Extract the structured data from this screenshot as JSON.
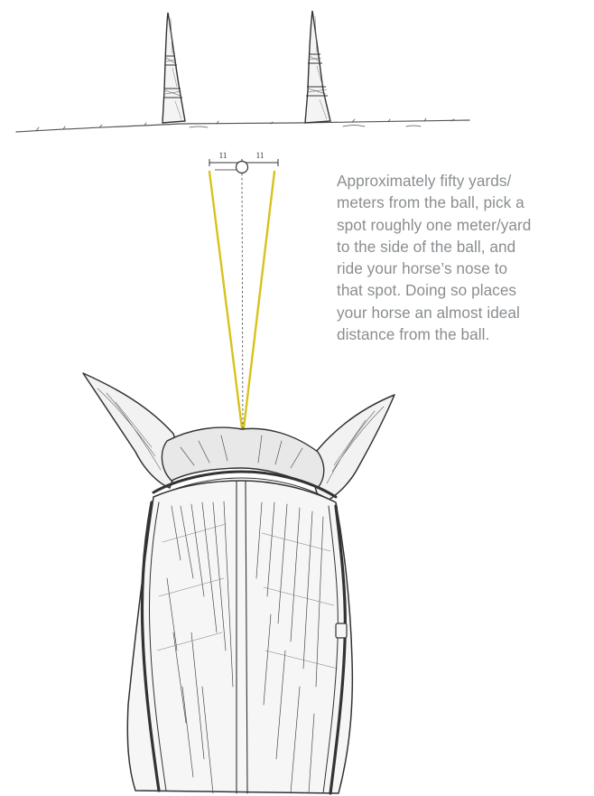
{
  "markers": {
    "left_label": "11",
    "right_label": "11"
  },
  "caption": {
    "lines": [
      "Approximately fifty yards/",
      "meters from the ball, pick a",
      "spot roughly one meter/yard",
      "to the side of the ball, and",
      "ride your horse’s nose to",
      "that spot. Doing so places",
      "your horse an almost ideal",
      "distance from the ball."
    ]
  },
  "colors": {
    "sight_line": "#d8c21c",
    "ink": "#3a3a3a",
    "caption_text": "#8a8e91"
  }
}
